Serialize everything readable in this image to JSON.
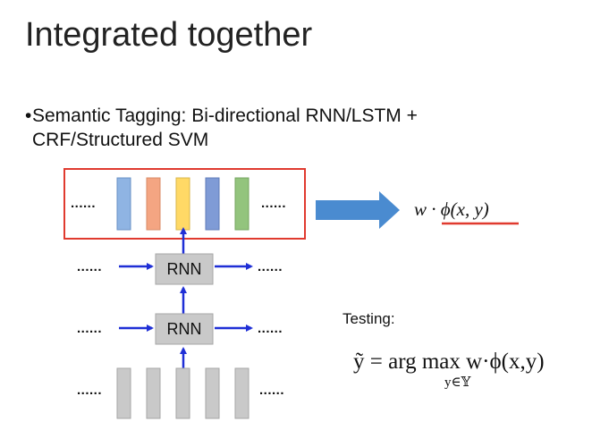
{
  "slide": {
    "title": "Integrated together",
    "bullet_marker": "•",
    "bullet_line1": "Semantic Tagging: Bi-directional RNN/LSTM +",
    "bullet_line2": "CRF/Structured SVM"
  },
  "diagram": {
    "ellipsis": "......",
    "rnn_label": "RNN",
    "output_formula": "w · ϕ(x, y)",
    "testing_label": "Testing:",
    "testing_formula": "ỹ = arg max w·ϕ(x,y)",
    "testing_subscript": "y∈𝕐",
    "colors": {
      "box_border": "#e03a2f",
      "feature_bars": [
        "#8fb4e3",
        "#f4a582",
        "#ffd966",
        "#7f9bd6",
        "#93c47d"
      ],
      "input_bar": "#c9c9c9",
      "arrow": "#1f2fd6",
      "big_arrow": "#4a8bd0",
      "underline": "#e03a2f",
      "rnn_box": "#c9c9c9"
    }
  }
}
